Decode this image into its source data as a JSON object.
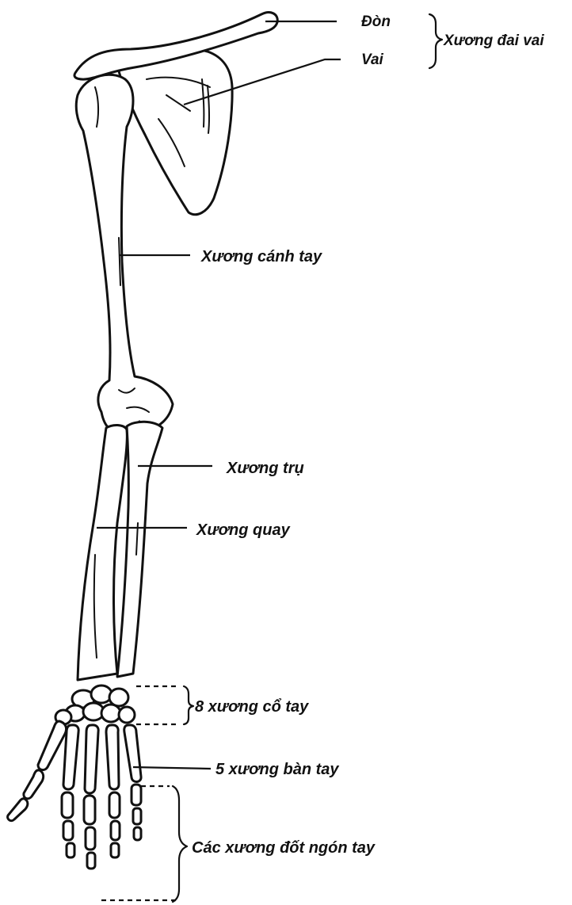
{
  "labels": {
    "don": "Đòn",
    "val": "Vai",
    "xuong_dai_vai": "Xương đai vai",
    "xuong_canh_tay": "Xương cánh tay",
    "xuong_tru": "Xương trụ",
    "xuong_quay": "Xương quay",
    "xuong_co_tay": "8 xương cổ tay",
    "xuong_ban_tay": "5 xương bàn tay",
    "xuong_dot_ngon_tay": "Các xương đốt ngón tay"
  }
}
